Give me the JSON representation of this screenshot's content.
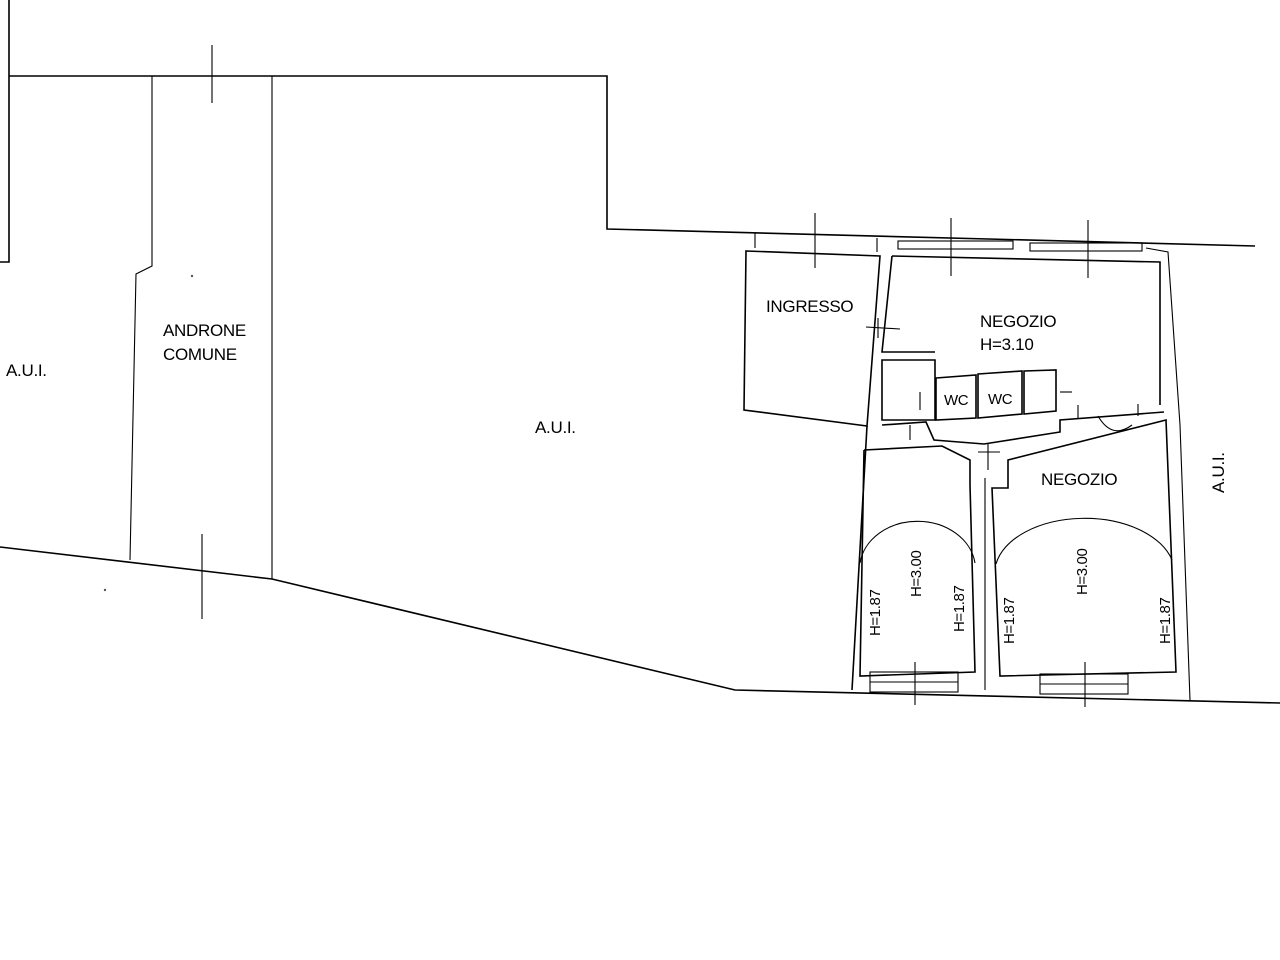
{
  "labels": {
    "aui_left": "A.U.I.",
    "androne_line1": "ANDRONE",
    "androne_line2": "COMUNE",
    "aui_center": "A.U.I.",
    "ingresso": "INGRESSO",
    "negozio_top": "NEGOZIO",
    "negozio_top_height": "H=3.10",
    "wc_1": "WC",
    "wc_2": "WC",
    "negozio_bottom": "NEGOZIO",
    "aui_right": "A.U.I.",
    "vault_left_center": "H=3.00",
    "vault_left_side_a": "H=1.87",
    "vault_left_side_b": "H=1.87",
    "vault_right_center": "H=3.00",
    "vault_right_side_a": "H=1.87",
    "vault_right_side_b": "H=1.87"
  }
}
